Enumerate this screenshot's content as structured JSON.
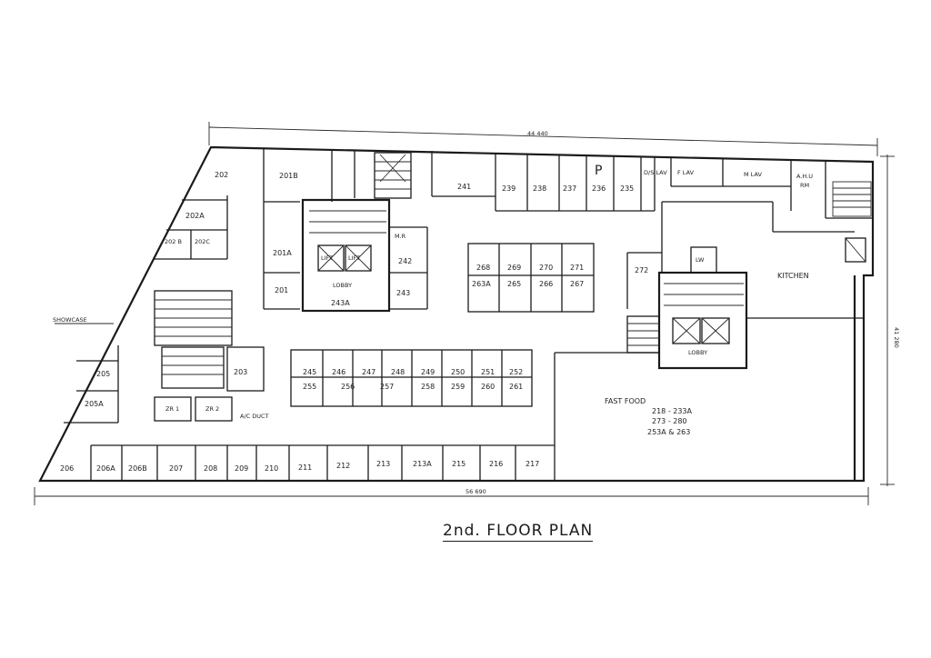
{
  "title": "2nd. FLOOR PLAN",
  "dimensions": {
    "top": "44 440",
    "bottom": "56 690",
    "right": "41 280"
  },
  "labels": {
    "showcase": "SHOWCASE",
    "lobby": "LOBBY",
    "kitchen": "KITCHEN",
    "fast_food": "FAST FOOD",
    "fast_food_line1": "218 - 233A",
    "fast_food_line2": "273 - 280",
    "fast_food_line3": "253A & 263",
    "f_lav": "F LAV",
    "m_lav": "M LAV",
    "ahu": "A.H.U",
    "rm": "RM",
    "ds_lav": "D/S LAV",
    "acf_duct": "A/C DUCT",
    "lw": "LW",
    "mr": "M.R",
    "lift1": "LIFT",
    "lift2": "LIFT"
  },
  "units": {
    "u202": "202",
    "u201b": "201B",
    "u202a": "202A",
    "u202b": "202 B",
    "u202c": "202C",
    "u201a": "201A",
    "u201": "201",
    "u205": "205",
    "u205a": "205A",
    "u206": "206",
    "u206a": "206A",
    "u206b": "206B",
    "u207": "207",
    "u208": "208",
    "u209": "209",
    "u210": "210",
    "u211": "211",
    "u212": "212",
    "u213": "213",
    "u213a": "213A",
    "u215": "215",
    "u216": "216",
    "u217": "217",
    "u203": "203",
    "u241": "241",
    "u239": "239",
    "u238": "238",
    "u237": "237",
    "u236": "236",
    "u235": "235",
    "u242": "242",
    "u243": "243",
    "u243a": "243A",
    "u268": "268",
    "u269": "269",
    "u270": "270",
    "u271": "271",
    "u263a": "263A",
    "u265": "265",
    "u266": "266",
    "u267": "267",
    "u272": "272",
    "u245": "245",
    "u246": "246",
    "u247": "247",
    "u248": "248",
    "u249": "249",
    "u250": "250",
    "u251": "251",
    "u252": "252",
    "u255": "255",
    "u256": "256",
    "u257": "257",
    "u258": "258",
    "u259": "259",
    "u260": "260",
    "u261": "261",
    "zr1": "ZR 1",
    "zr2": "ZR 2",
    "p": "P"
  }
}
